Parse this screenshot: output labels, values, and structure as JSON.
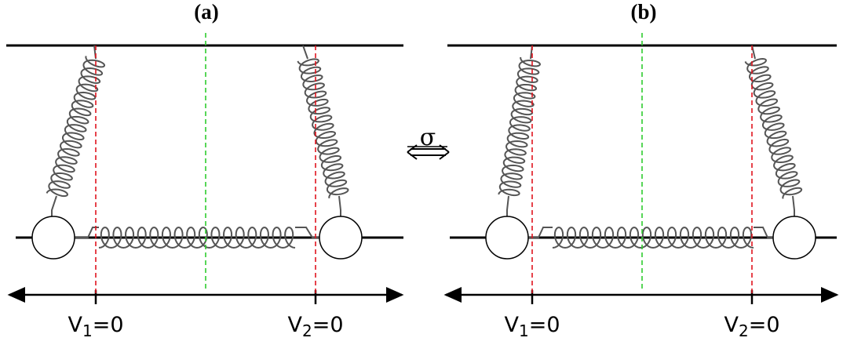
{
  "panels": [
    {
      "id": "a",
      "label": "(a)",
      "v1_label": "V",
      "v1_sub": "1",
      "v1_rest": "=0",
      "v2_label": "V",
      "v2_sub": "2",
      "v2_rest": "=0"
    },
    {
      "id": "b",
      "label": "(b)",
      "v1_label": "V",
      "v1_sub": "1",
      "v1_rest": "=0",
      "v2_label": "V",
      "v2_sub": "2",
      "v2_rest": "=0"
    }
  ],
  "operator": {
    "symbol": "σ",
    "arrow": "⟺"
  },
  "colors": {
    "red_dash": "#e0141e",
    "green_dash": "#2ecc2e",
    "spring": "#555555",
    "line": "#000000"
  }
}
